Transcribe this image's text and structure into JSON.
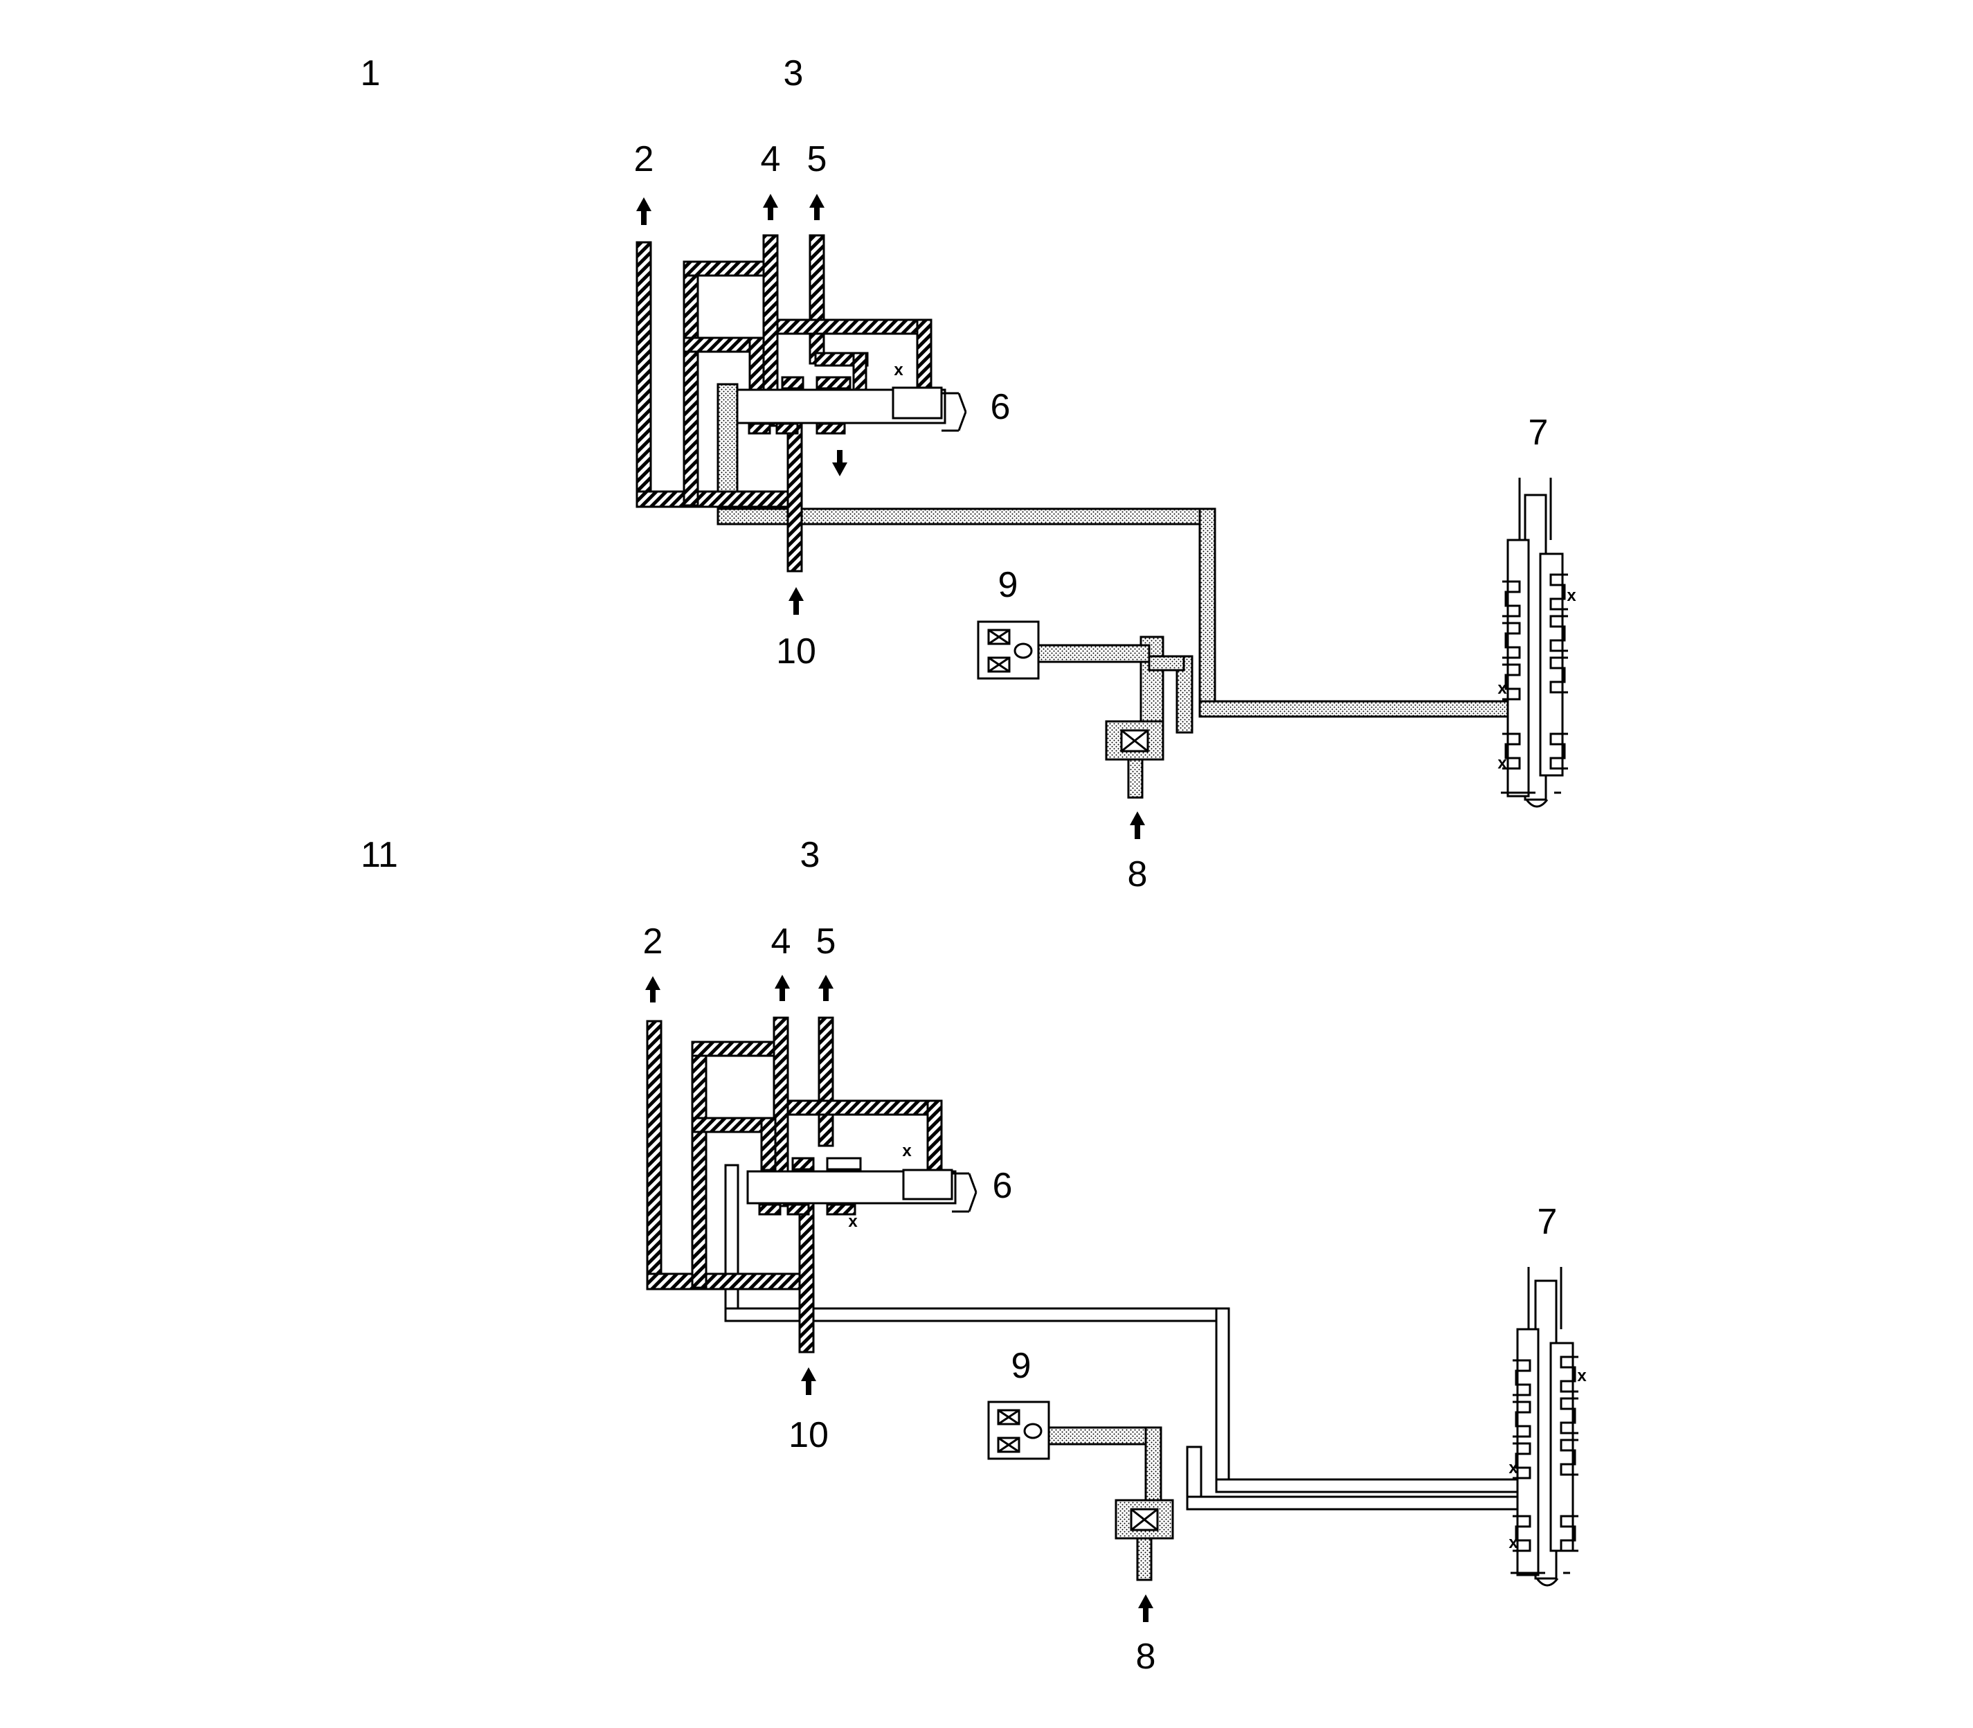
{
  "top_view": {
    "title": "1",
    "callouts": {
      "l3": "3",
      "l2": "2",
      "l4": "4",
      "l5": "5",
      "l6": "6",
      "l7": "7",
      "l9": "9",
      "l10": "10",
      "l8": "8"
    },
    "mark": "x"
  },
  "bottom_view": {
    "title": "11",
    "callouts": {
      "l3": "3",
      "l2": "2",
      "l4": "4",
      "l5": "5",
      "l6": "6",
      "l7": "7",
      "l9": "9",
      "l10": "10",
      "l8": "8"
    },
    "mark": "x"
  },
  "fills": {
    "line_color": "#000000",
    "hatch_pattern": "diagonal-hatch",
    "stipple_pattern": "dot-stipple",
    "background": "#ffffff"
  }
}
